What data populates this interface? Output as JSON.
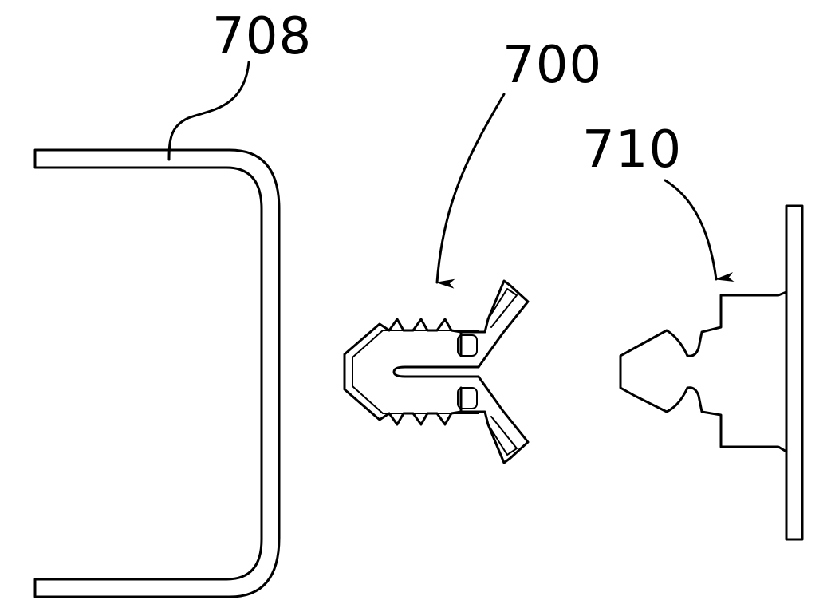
{
  "labels": {
    "bracket": "708",
    "clip": "700",
    "stud": "710"
  }
}
